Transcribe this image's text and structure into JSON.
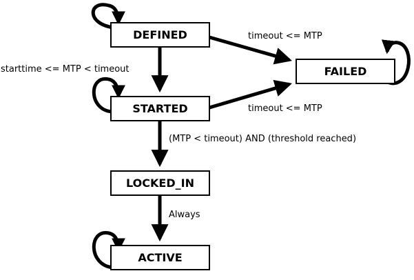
{
  "states": {
    "defined": "DEFINED",
    "started": "STARTED",
    "failed": "FAILED",
    "locked_in": "LOCKED_IN",
    "active": "ACTIVE"
  },
  "edges": {
    "defined_to_started": "starttime <= MTP < timeout",
    "defined_to_failed": "timeout <= MTP",
    "started_to_failed": "timeout <= MTP",
    "started_to_locked_in": "(MTP < timeout) AND (threshold reached)",
    "locked_in_to_active": "Always"
  },
  "colors": {
    "stroke": "#000000",
    "background": "#ffffff"
  }
}
